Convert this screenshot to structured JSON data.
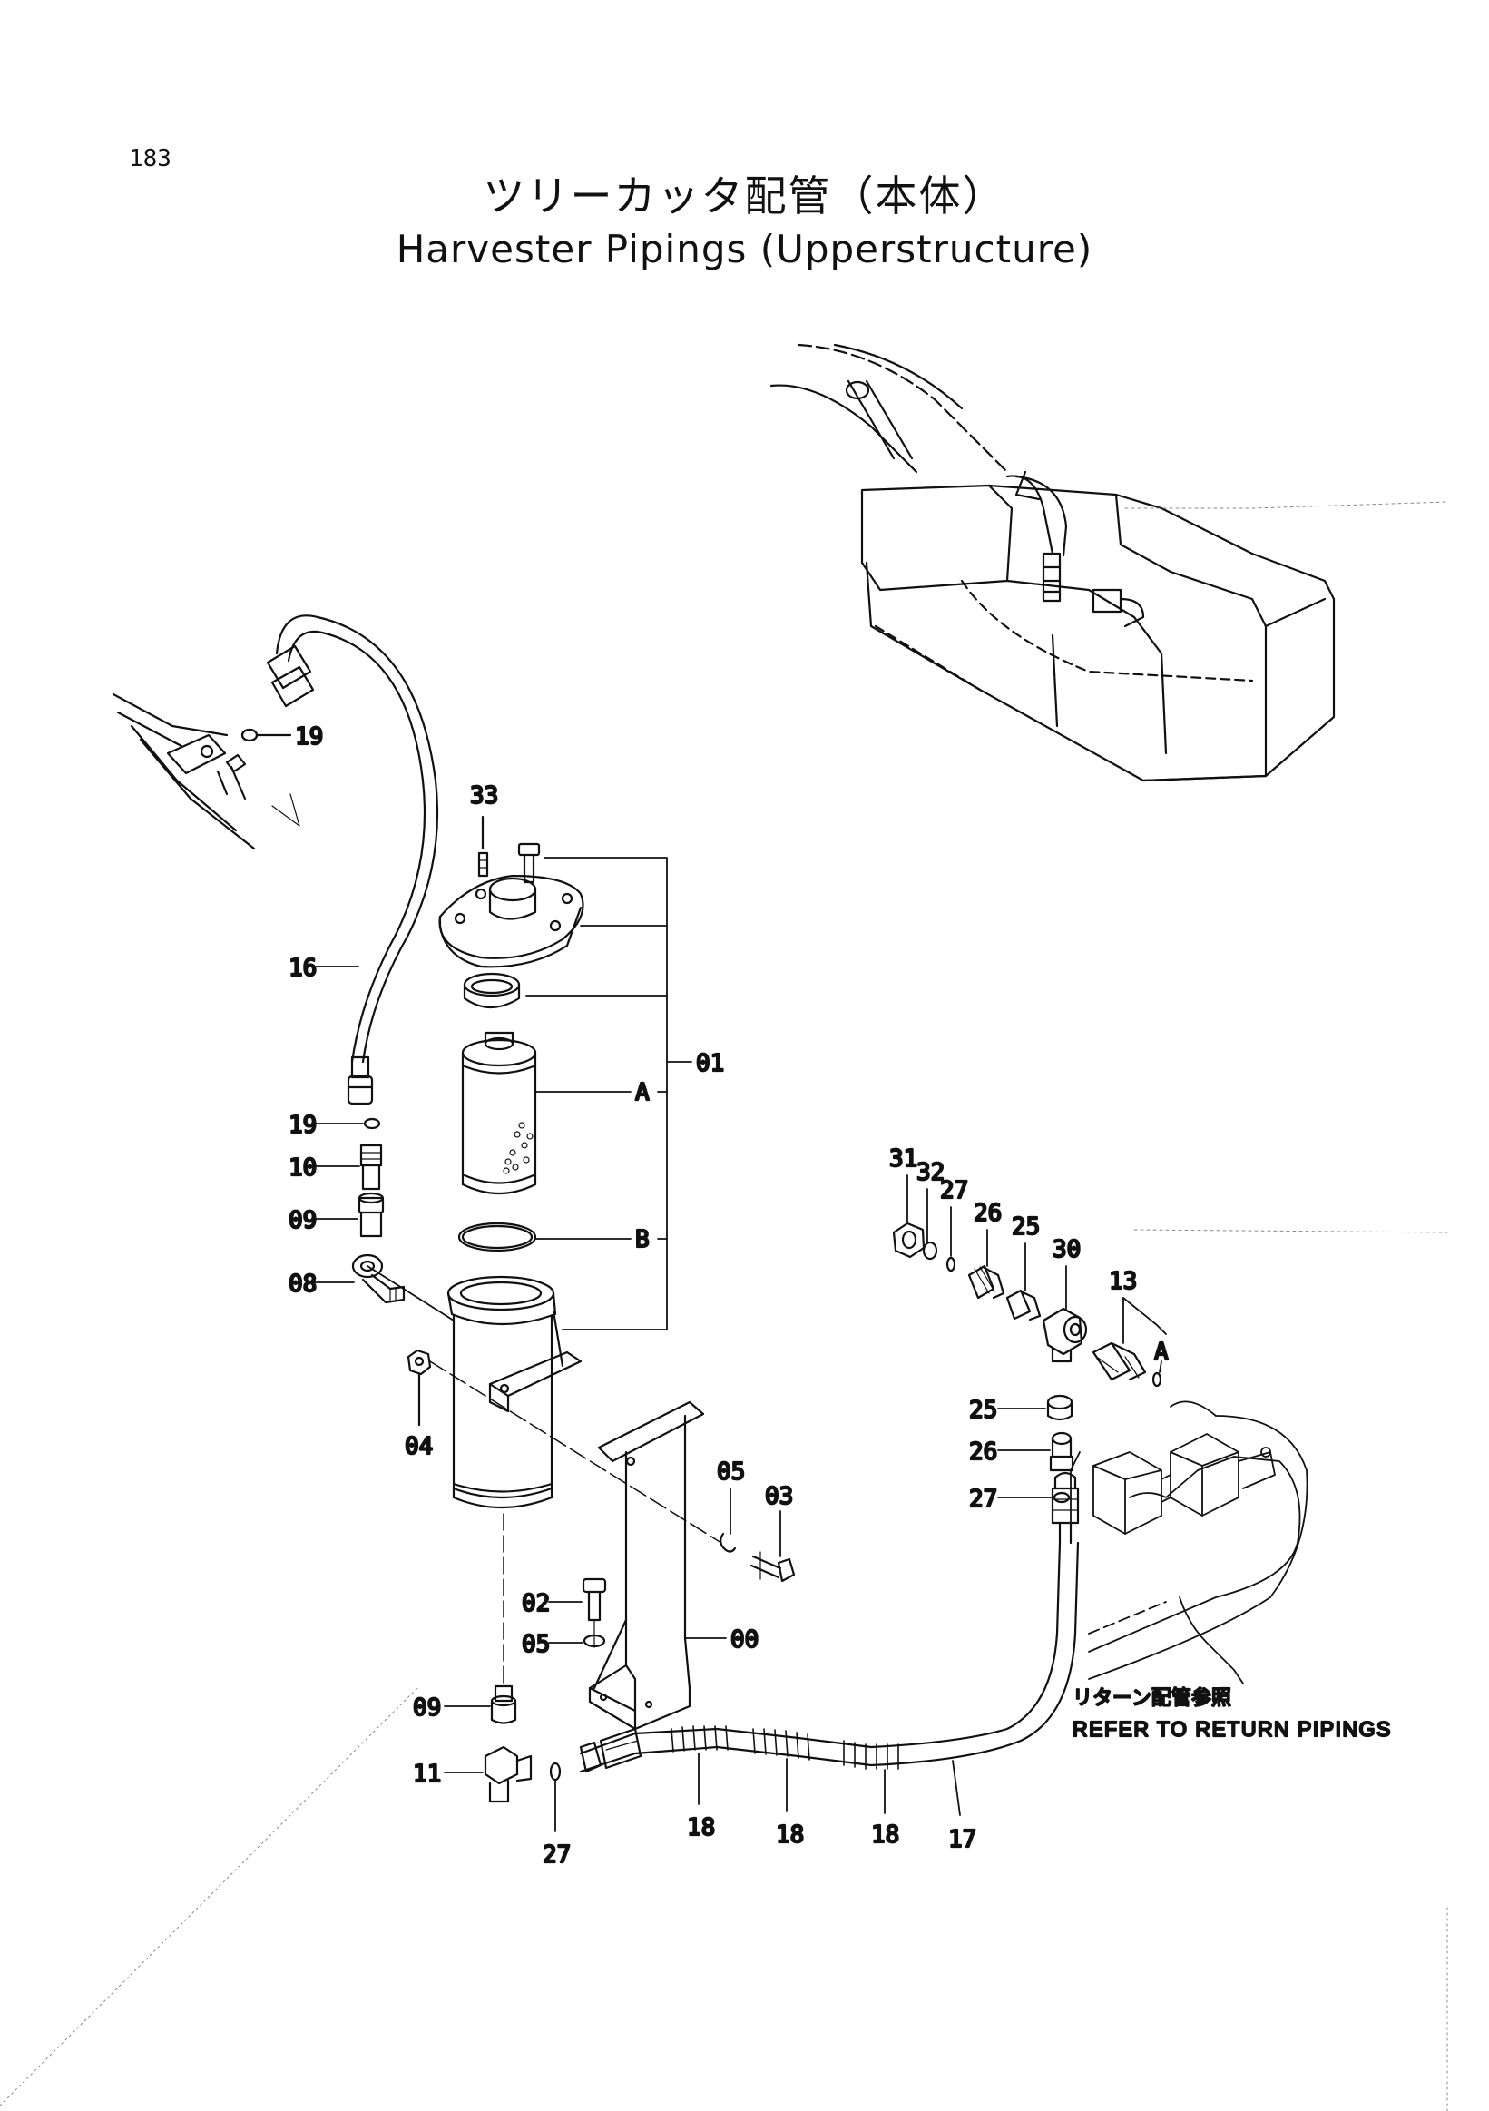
{
  "page_number": "183",
  "title_jp": "ツリーカッタ配管（本体）",
  "title_en": "Harvester Pipings (Upperstructure)",
  "note": {
    "jp": "リターン配管参照",
    "en": "REFER TO RETURN PIPINGS"
  },
  "labels": {
    "p19_top": "19",
    "p33": "33",
    "p16": "16",
    "p01": "01",
    "pA": "A",
    "p19": "19",
    "p10": "10",
    "p09_top": "09",
    "pB": "B",
    "p08": "08",
    "p04": "04",
    "p05_right": "05",
    "p03": "03",
    "p02": "02",
    "p05_left": "05",
    "p00": "00",
    "p09_bottom": "09",
    "p11": "11",
    "p27_bottom": "27",
    "p18_a": "18",
    "p18_b": "18",
    "p18_c": "18",
    "p17": "17",
    "p31": "31",
    "p32": "32",
    "p27_top": "27",
    "p26_top": "26",
    "p25_top": "25",
    "p30": "30",
    "p13": "13",
    "pA_right": "A",
    "p25_mid": "25",
    "p26_mid": "26",
    "p27_mid": "27"
  }
}
